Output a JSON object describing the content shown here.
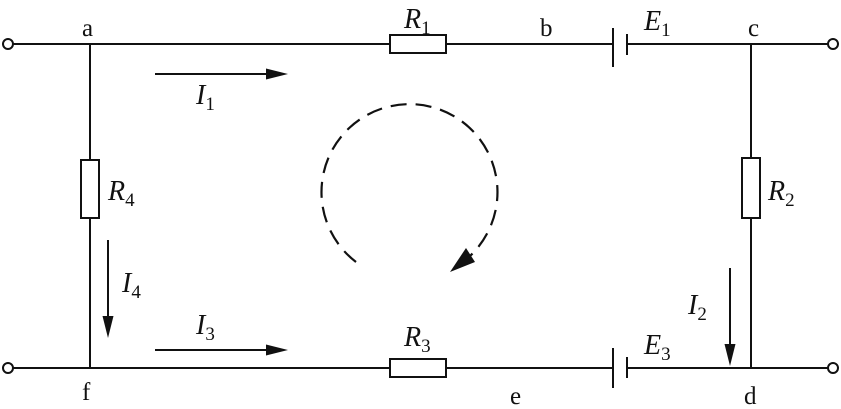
{
  "nodes": {
    "a": "a",
    "b": "b",
    "c": "c",
    "d": "d",
    "e": "e",
    "f": "f"
  },
  "resistors": {
    "r1": {
      "symbol": "R",
      "subscript": "1"
    },
    "r2": {
      "symbol": "R",
      "subscript": "2"
    },
    "r3": {
      "symbol": "R",
      "subscript": "3"
    },
    "r4": {
      "symbol": "R",
      "subscript": "4"
    }
  },
  "sources": {
    "e1": {
      "symbol": "E",
      "subscript": "1"
    },
    "e3": {
      "symbol": "E",
      "subscript": "3"
    }
  },
  "currents": {
    "i1": {
      "symbol": "I",
      "subscript": "1"
    },
    "i2": {
      "symbol": "I",
      "subscript": "2"
    },
    "i3": {
      "symbol": "I",
      "subscript": "3"
    },
    "i4": {
      "symbol": "I",
      "subscript": "4"
    }
  }
}
